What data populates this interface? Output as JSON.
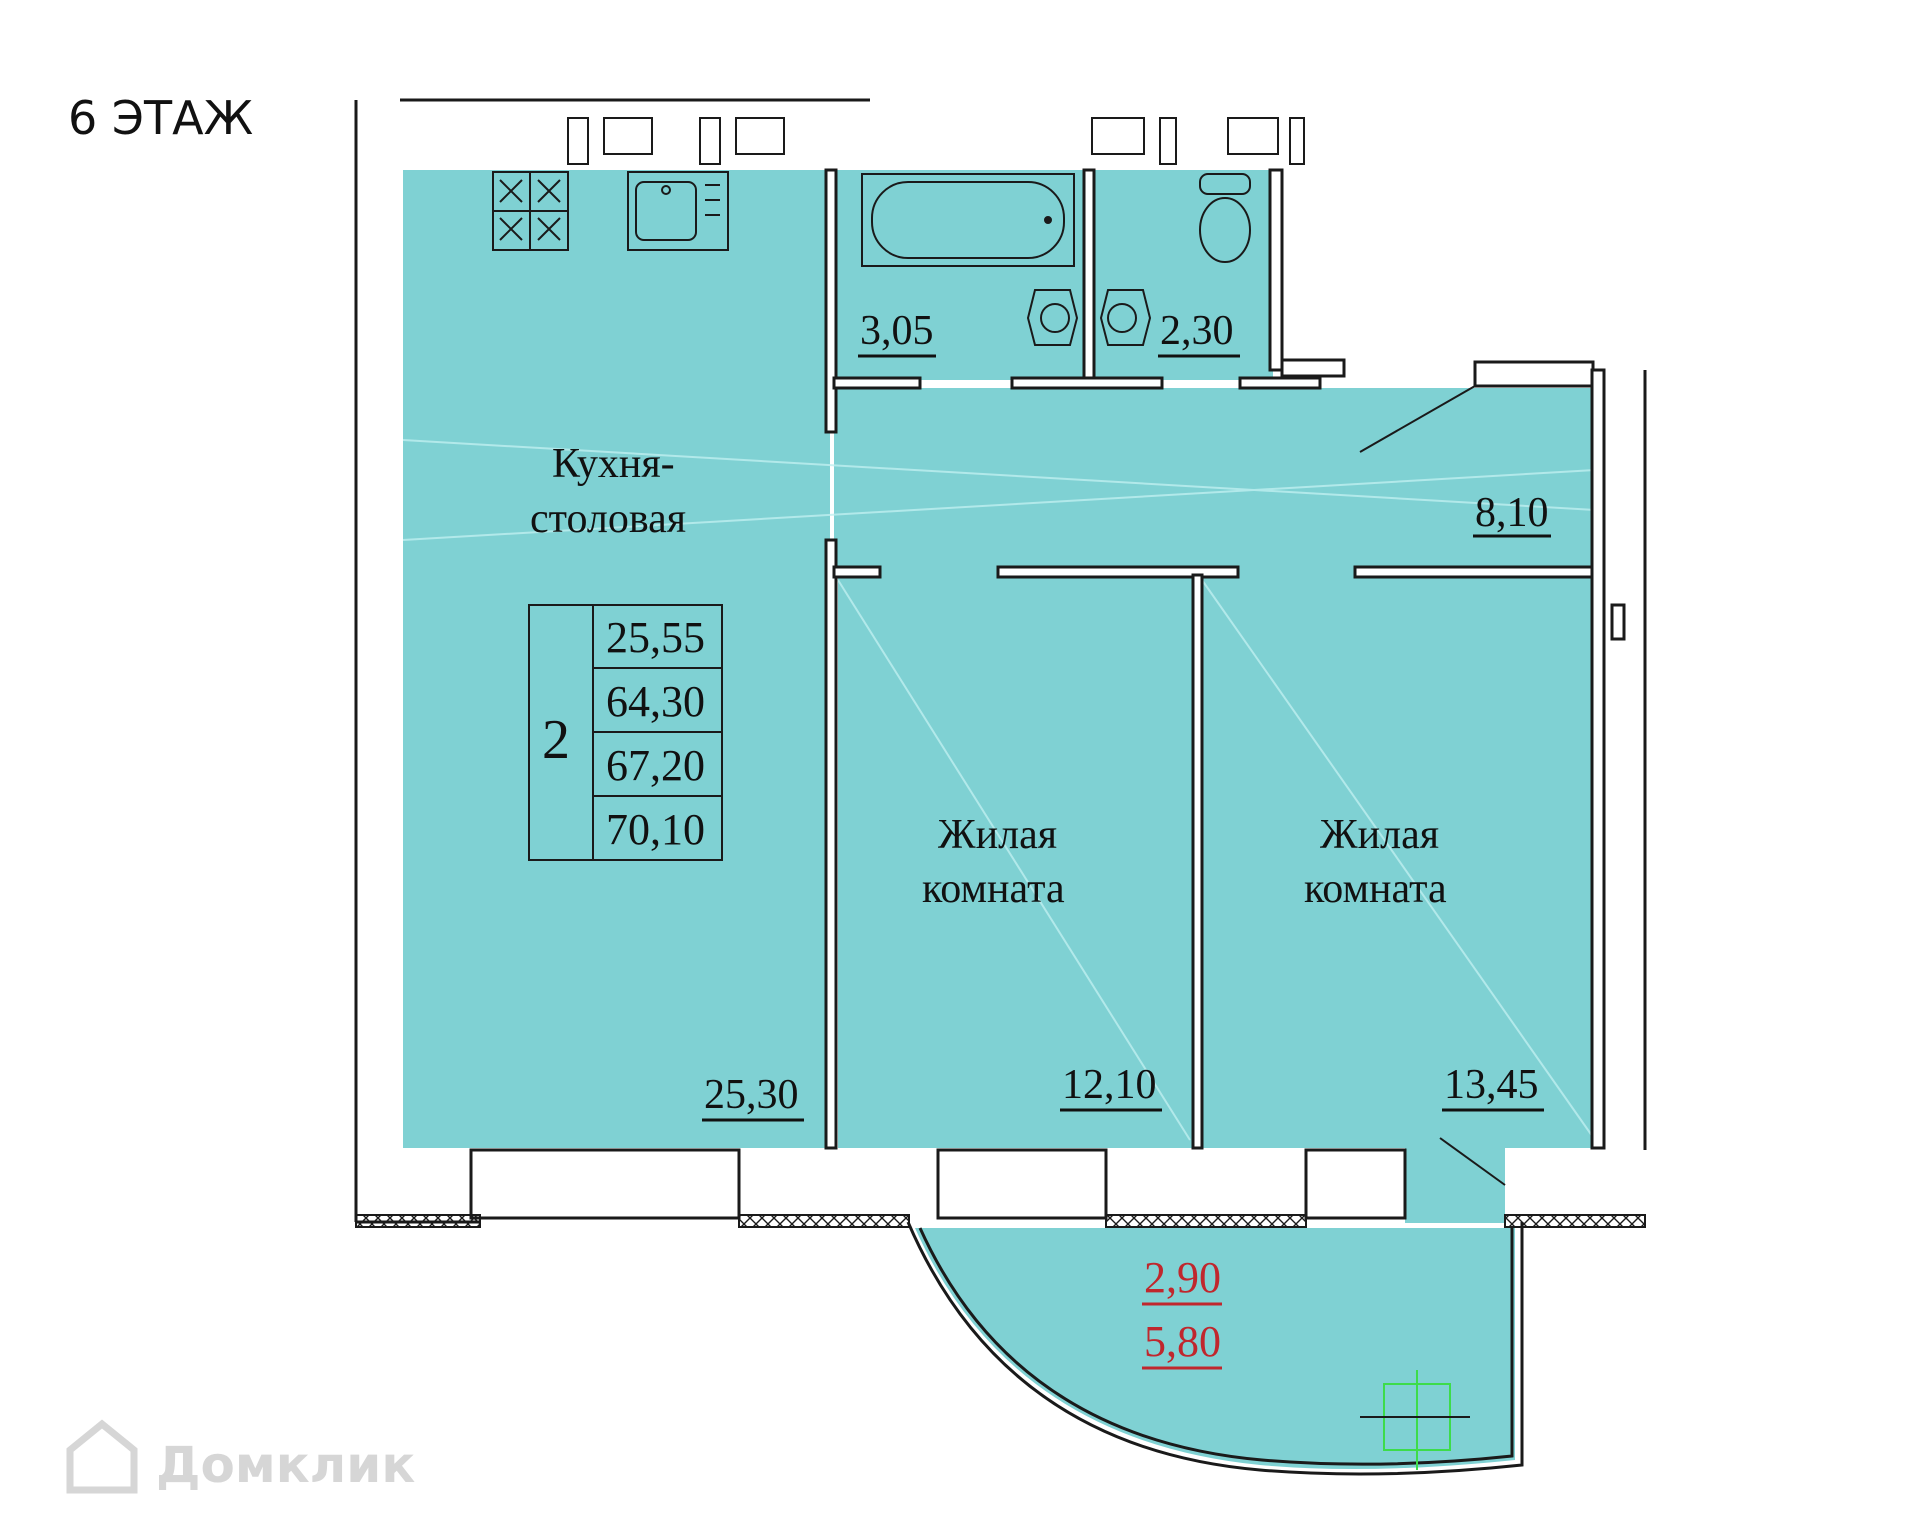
{
  "floor_label": "6 ЭТАЖ",
  "colors": {
    "room_fill": "#7fd1d3",
    "wall": "#1a1a1a",
    "balcony_area_text": "#c0272d",
    "marker_green": "#3ddc4a",
    "watermark": "#d6d6d6"
  },
  "rooms": {
    "kitchen": {
      "name_line1": "Кухня-",
      "name_line2": "столовая",
      "area": "25,30"
    },
    "bathroom": {
      "area": "3,05"
    },
    "toilet": {
      "area": "2,30"
    },
    "hall": {
      "area": "8,10"
    },
    "living1": {
      "name_line1": "Жилая",
      "name_line2": "комната",
      "area": "12,10"
    },
    "living2": {
      "name_line1": "Жилая",
      "name_line2": "комната",
      "area": "13,45"
    },
    "balcony": {
      "area_reduced": "2,90",
      "area_full": "5,80"
    }
  },
  "summary": {
    "rooms_count": "2",
    "living_area": "25,55",
    "total_area": "64,30",
    "area_with_balcony_reduced": "67,20",
    "area_with_balcony_full": "70,10"
  },
  "watermark": {
    "text": "Домклик",
    "icon": "house-icon"
  }
}
